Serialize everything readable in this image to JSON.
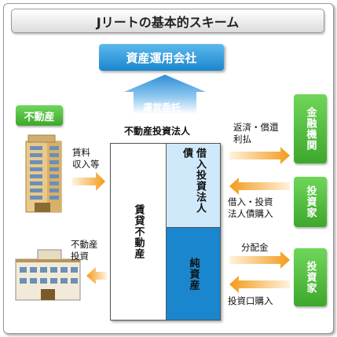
{
  "title": "Jリートの基本的スキーム",
  "asset_manager": "資産運用会社",
  "management_delegation": "運営委託",
  "reit_entity": "不動産投資法人",
  "real_estate_tag": "不動産",
  "rent_income": [
    "賃料",
    "収入等"
  ],
  "re_investment": [
    "不動産",
    "投資"
  ],
  "box": {
    "left": "賃貸不動産",
    "top_right": "借入投資法人債",
    "bottom_right": "純資産"
  },
  "financial_institution": "金融機関",
  "investors_1": "投資家",
  "investors_2": "投資家",
  "repay": [
    "返済・償還",
    "利払"
  ],
  "borrow": [
    "借入・投資",
    "法人債購入"
  ],
  "distribution": "分配金",
  "unit_purchase": "投資口購入",
  "colors": {
    "blue": "#1a86cd",
    "light_blue": "#cfe9fb",
    "green": "#44ad31",
    "orange": "#f39a1a"
  }
}
